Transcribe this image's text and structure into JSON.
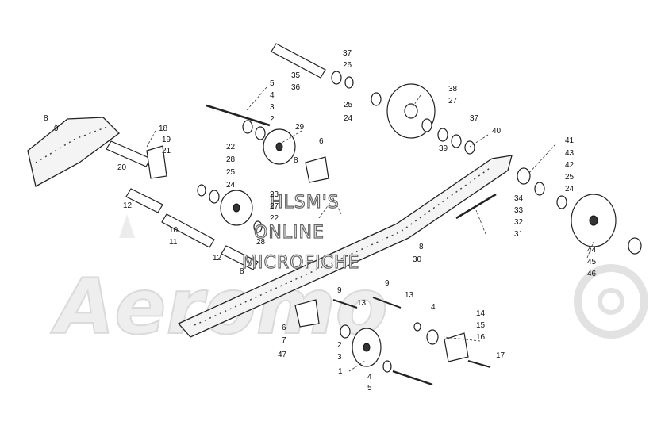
{
  "watermark": {
    "line1": "HLSM'S",
    "line2": "ONLINE",
    "line3": "MICROFICHE",
    "brand": "Aeromo"
  },
  "callouts": [
    "1",
    "2",
    "3",
    "4",
    "5",
    "6",
    "7",
    "8",
    "9",
    "10",
    "11",
    "12",
    "13",
    "14",
    "15",
    "16",
    "17",
    "18",
    "19",
    "20",
    "21",
    "22",
    "23",
    "24",
    "25",
    "26",
    "27",
    "28",
    "29",
    "30",
    "31",
    "32",
    "33",
    "34",
    "35",
    "36",
    "37",
    "38",
    "39",
    "40",
    "41",
    "42",
    "43",
    "44",
    "45",
    "46",
    "47"
  ],
  "colors": {
    "ink": "#222222",
    "watermark_outline": "#666666",
    "background_logo": "#eeeeee"
  }
}
